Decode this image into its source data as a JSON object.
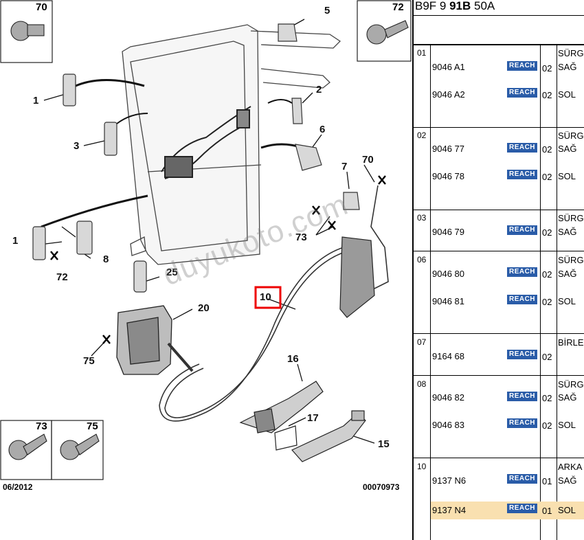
{
  "diagram": {
    "callouts": [
      "1",
      "2",
      "3",
      "5",
      "6",
      "7",
      "70",
      "73",
      "1",
      "8",
      "72",
      "25",
      "20",
      "10",
      "75",
      "16",
      "17",
      "15"
    ],
    "inset_labels": [
      "70",
      "72",
      "73",
      "75"
    ],
    "date": "06/2012",
    "ref_code": "00070973",
    "watermark": "duyukoto.com"
  },
  "panel": {
    "title_prefix": "B9F 9 ",
    "title_bold": "91B",
    "title_suffix": " 50A",
    "badge_label": "REACH",
    "rows": [
      {
        "num": "01",
        "desc": "SÜRG",
        "items": [
          {
            "part": "9046 A1",
            "qty": "02",
            "side": "SAĞ"
          },
          {
            "part": "9046 A2",
            "qty": "02",
            "side": "SOL"
          }
        ]
      },
      {
        "num": "02",
        "desc": "SÜRG",
        "items": [
          {
            "part": "9046 77",
            "qty": "02",
            "side": "SAĞ"
          },
          {
            "part": "9046 78",
            "qty": "02",
            "side": "SOL"
          }
        ]
      },
      {
        "num": "03",
        "desc": "SÜRG",
        "items": [
          {
            "part": "9046 79",
            "qty": "02",
            "side": "SAĞ"
          }
        ]
      },
      {
        "num": "06",
        "desc": "SÜRG",
        "items": [
          {
            "part": "9046 80",
            "qty": "02",
            "side": "SAĞ"
          },
          {
            "part": "9046 81",
            "qty": "02",
            "side": "SOL"
          }
        ]
      },
      {
        "num": "07",
        "desc": "BİRLE",
        "items": [
          {
            "part": "9164 68",
            "qty": "02",
            "side": ""
          }
        ]
      },
      {
        "num": "08",
        "desc": "SÜRG",
        "items": [
          {
            "part": "9046 82",
            "qty": "02",
            "side": "SAĞ"
          },
          {
            "part": "9046 83",
            "qty": "02",
            "side": "SOL"
          }
        ]
      },
      {
        "num": "10",
        "desc": "ARKA",
        "items": [
          {
            "part": "9137 N6",
            "qty": "01",
            "side": "SAĞ"
          },
          {
            "part": "9137 N4",
            "qty": "01",
            "side": "SOL"
          }
        ]
      }
    ]
  }
}
